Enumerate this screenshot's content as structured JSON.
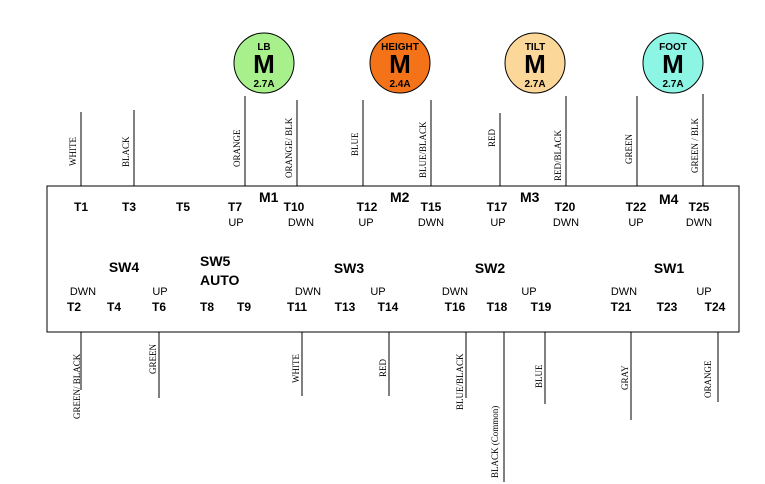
{
  "motors": [
    {
      "name": "LB",
      "letter": "M",
      "amps": "2.7A",
      "color": "#a8f08c"
    },
    {
      "name": "HEIGHT",
      "letter": "M",
      "amps": "2.4A",
      "color": "#f47318"
    },
    {
      "name": "TILT",
      "letter": "M",
      "amps": "2.7A",
      "color": "#fcd79a"
    },
    {
      "name": "FOOT",
      "letter": "M",
      "amps": "2.7A",
      "color": "#8cf5e4"
    }
  ],
  "motor_labels": [
    "M1",
    "M2",
    "M3",
    "M4"
  ],
  "top_terminals": [
    "T1",
    "T3",
    "T5",
    "T7",
    "T10",
    "T12",
    "T15",
    "T17",
    "T20",
    "T22",
    "T25"
  ],
  "top_directions": [
    "UP",
    "DWN",
    "UP",
    "DWN",
    "UP",
    "DWN",
    "UP",
    "DWN"
  ],
  "switches": [
    "SW4",
    "SW5",
    "AUTO",
    "SW3",
    "SW2",
    "SW1"
  ],
  "bottom_directions": [
    "DWN",
    "UP",
    "DWN",
    "UP",
    "DWN",
    "UP",
    "DWN",
    "UP"
  ],
  "bottom_terminals": [
    "T2",
    "T4",
    "T6",
    "T8",
    "T9",
    "T11",
    "T13",
    "T14",
    "T16",
    "T18",
    "T19",
    "T21",
    "T23",
    "T24"
  ],
  "top_wires": [
    "WHITE",
    "BLACK",
    "ORANGE",
    "ORANGE/ BLK",
    "BLUE",
    "BLUE/BLACK",
    "RED",
    "RED/BLACK",
    "GREEN",
    "GREEN / BLK"
  ],
  "bottom_wires": [
    "GREEN/ BLACK",
    "GREEN",
    "WHITE",
    "RED",
    "BLUE/BLACK",
    "BLACK (Common)",
    "BLUE",
    "GRAY",
    "ORANGE"
  ]
}
